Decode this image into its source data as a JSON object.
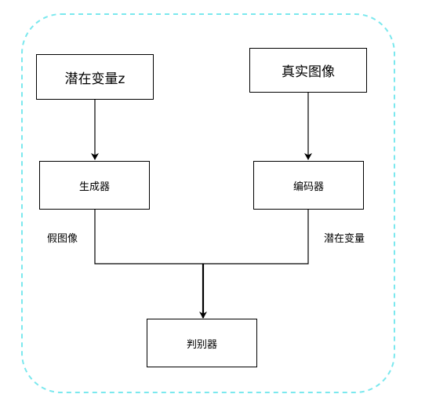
{
  "diagram": {
    "nodes": {
      "latent_z": "潜在变量z",
      "real_image": "真实图像",
      "generator": "生成器",
      "encoder": "编码器",
      "discriminator": "判别器"
    },
    "edge_labels": {
      "fake_image": "假图像",
      "latent_variable": "潜在变量"
    }
  },
  "colors": {
    "group_border": "#7be8ee",
    "stroke": "#000000"
  }
}
